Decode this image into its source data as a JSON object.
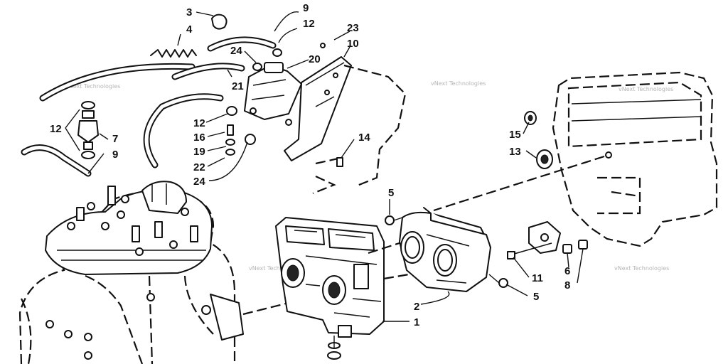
{
  "watermark": "vNext Technologies",
  "callouts": [
    "1",
    "2",
    "3",
    "4",
    "5",
    "5",
    "6",
    "7",
    "8",
    "9",
    "9",
    "10",
    "11",
    "12",
    "12",
    "12",
    "13",
    "14",
    "15",
    "16",
    "19",
    "20",
    "21",
    "22",
    "23",
    "24",
    "24"
  ],
  "colors": {
    "line": "#111111",
    "paper": "#ffffff",
    "watermark": "#b5b5b5"
  }
}
